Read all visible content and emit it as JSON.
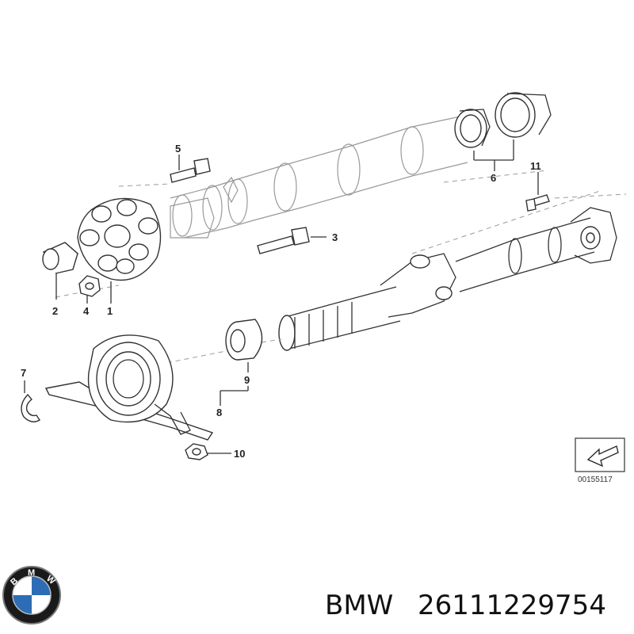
{
  "callouts": {
    "c1": "1",
    "c2": "2",
    "c3": "3",
    "c4": "4",
    "c5": "5",
    "c6": "6",
    "c7": "7",
    "c8": "8",
    "c9": "9",
    "c10": "10",
    "c11": "11"
  },
  "reference_code": "00155117",
  "footer": {
    "brand": "BMW",
    "part_number": "26111229754"
  },
  "logo": {
    "letters": [
      "B",
      "M",
      "W"
    ],
    "colors": {
      "ring": "#1a1a1a",
      "blue": "#2d6db5",
      "white": "#ffffff"
    }
  }
}
